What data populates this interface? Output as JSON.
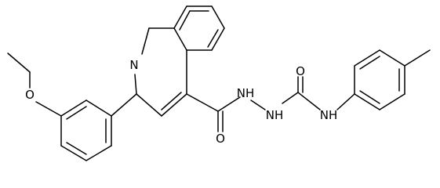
{
  "molecule": {
    "labels": {
      "ring_nitrogen": "N",
      "ether_oxygen": "O",
      "amide_oxygen": "O",
      "urea_oxygen": "O",
      "hydrazide_nh_left": "NH",
      "hydrazide_nh_right": "NH",
      "anilide_nh": "NH"
    },
    "colors": {
      "bond": "#000000",
      "text": "#000000",
      "background": "#ffffff"
    }
  }
}
